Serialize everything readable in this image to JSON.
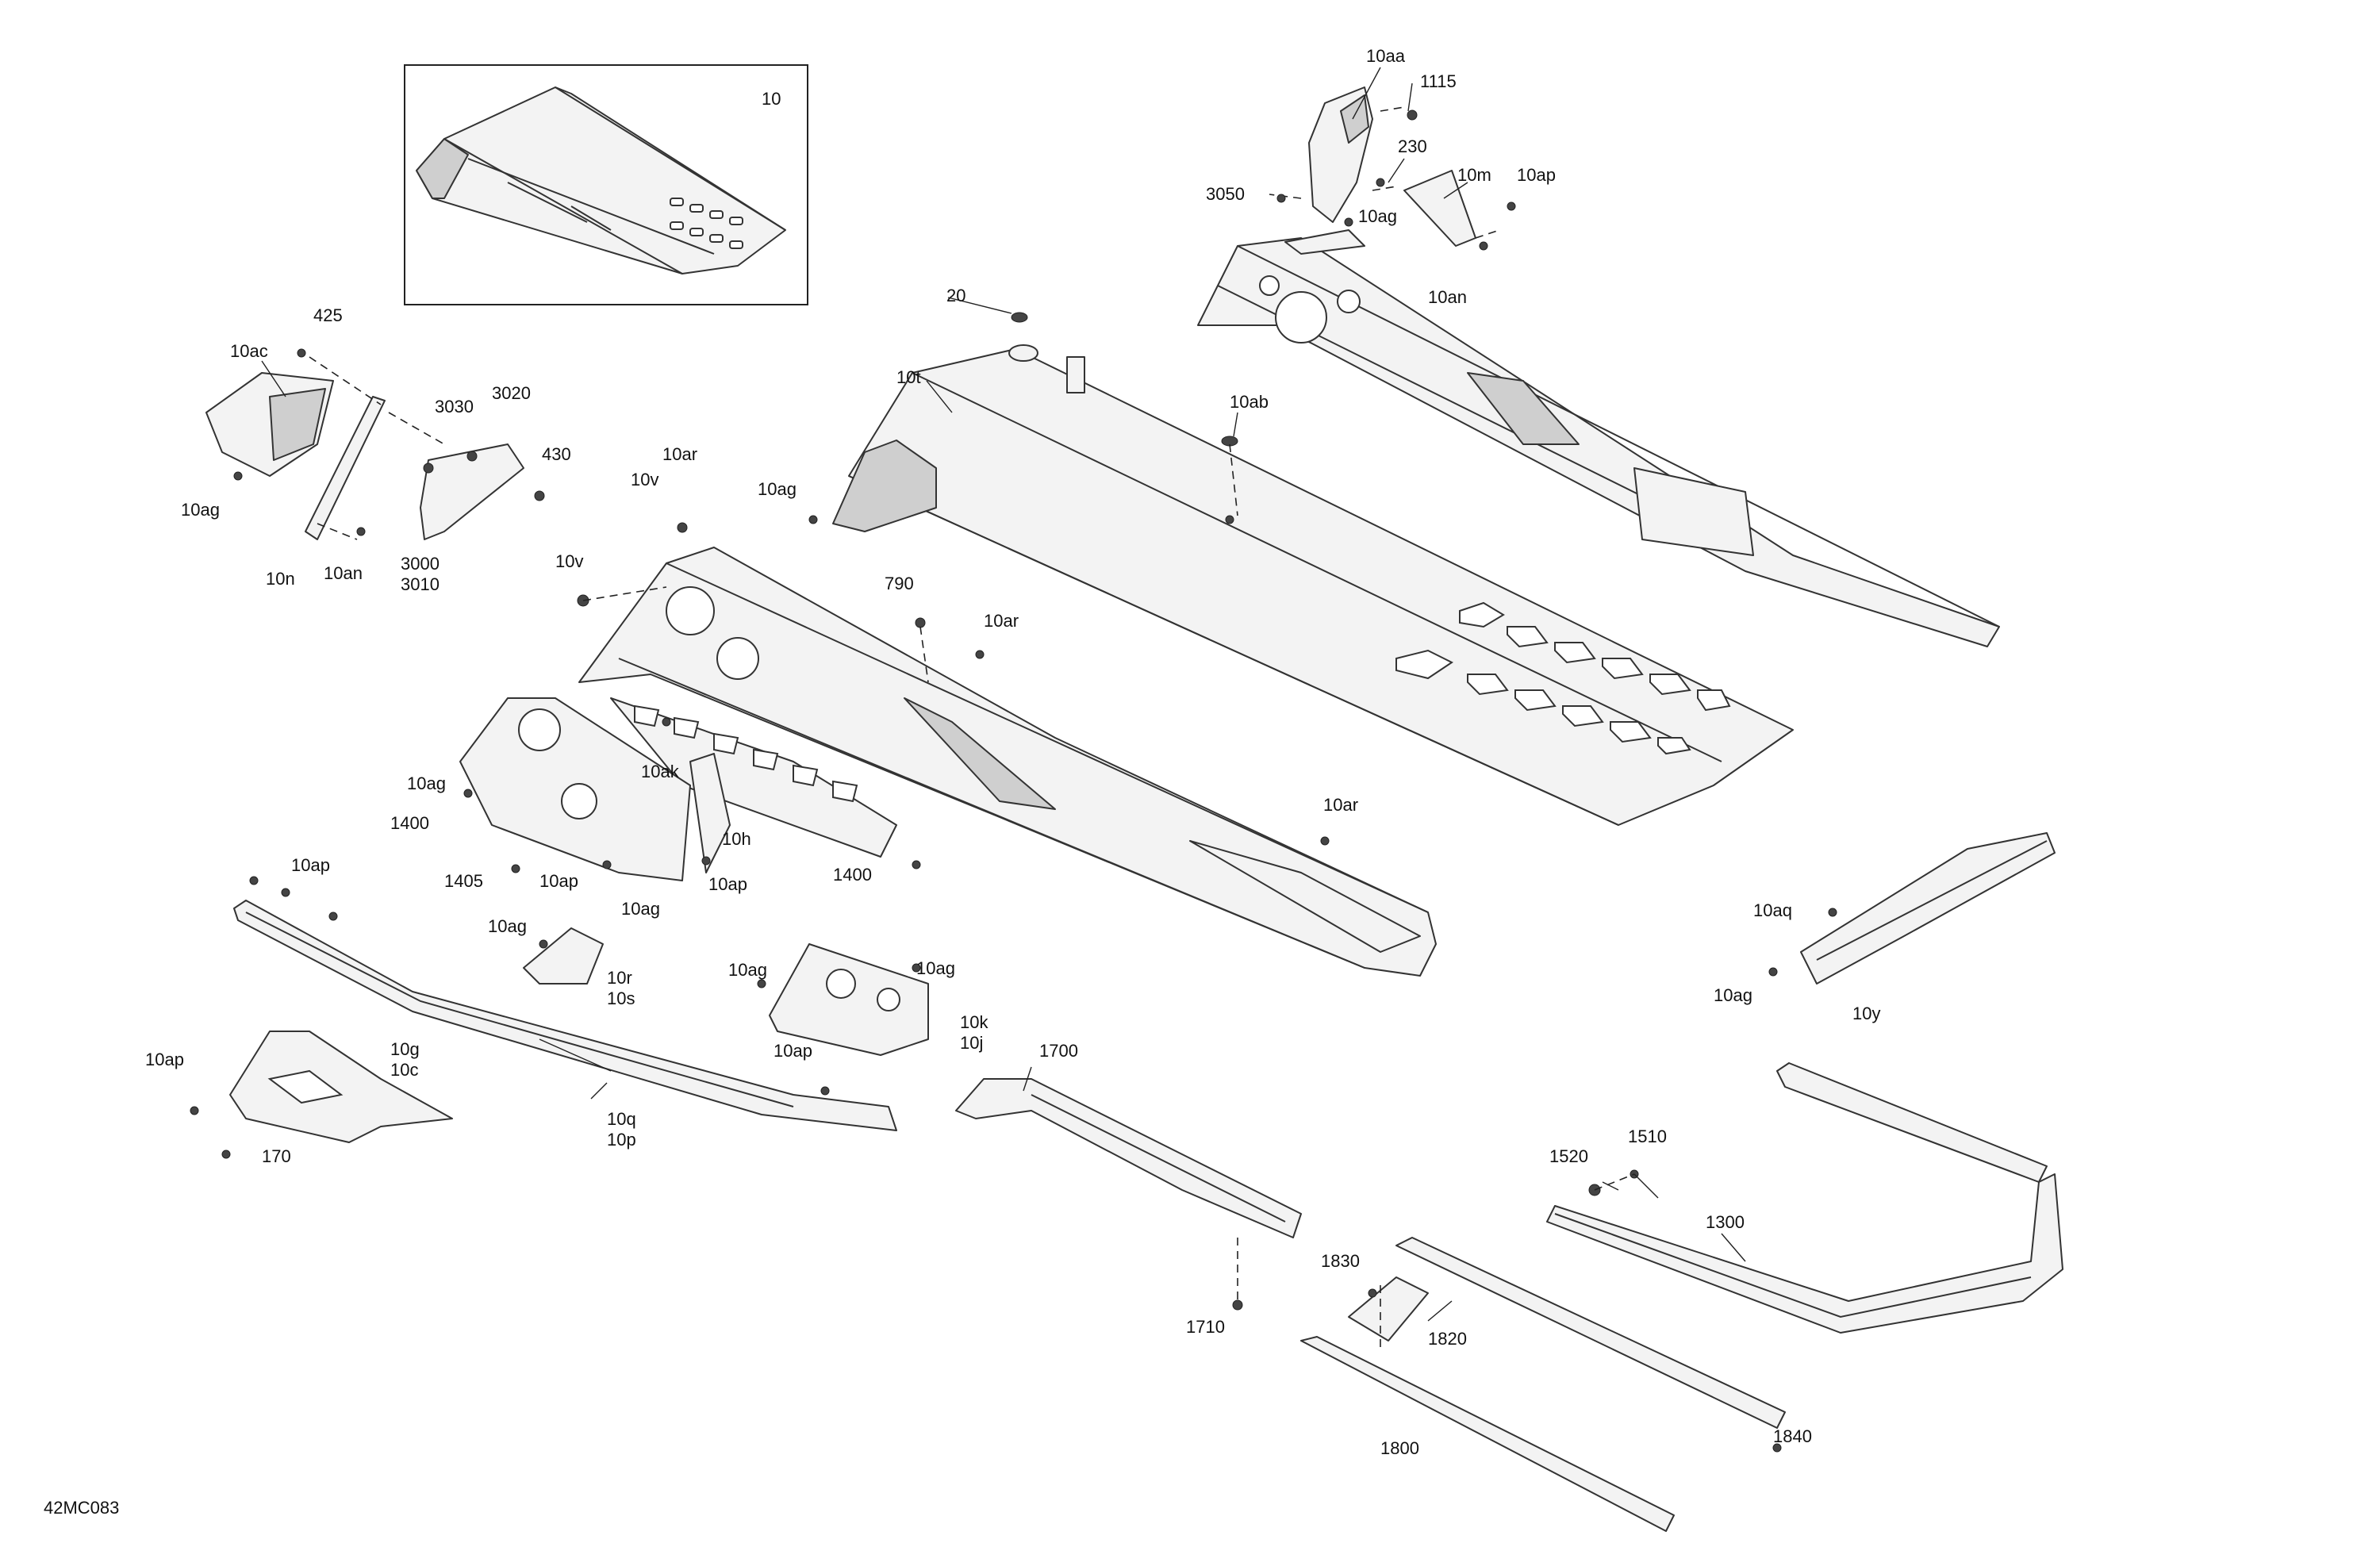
{
  "diagram_code": "42MC083",
  "inset_label": "10",
  "callouts": {
    "c10aa": "10aa",
    "c1115": "1115",
    "c230": "230",
    "c10m": "10m",
    "c10ap_top": "10ap",
    "c3050": "3050",
    "c10ag_top": "10ag",
    "c10an_top": "10an",
    "c20": "20",
    "c10t": "10t",
    "c10ab": "10ab",
    "c425": "425",
    "c10ac": "10ac",
    "c3030": "3030",
    "c3020": "3020",
    "c430": "430",
    "c10ag_left": "10ag",
    "c10n": "10n",
    "c10an_left": "10an",
    "c3000": "3000",
    "c3010": "3010",
    "c10ar_a": "10ar",
    "c10v_a": "10v",
    "c10ag_mid": "10ag",
    "c10v_b": "10v",
    "c790": "790",
    "c10ar_b": "10ar",
    "c10ar_c": "10ar",
    "c10ag_a": "10ag",
    "c10ak": "10ak",
    "c1400_a": "1400",
    "c10h": "10h",
    "c1405": "1405",
    "c10ap_a": "10ap",
    "c10ap_b": "10ap",
    "c10ag_b": "10ag",
    "c1400_b": "1400",
    "c10ap_c": "10ap",
    "c10ag_c": "10ag",
    "c10r": "10r",
    "c10s": "10s",
    "c10ag_d": "10ag",
    "c10ag_e": "10ag",
    "c10k": "10k",
    "c10j": "10j",
    "c10ap_d": "10ap",
    "c10ap_e": "10ap",
    "c10g": "10g",
    "c10c": "10c",
    "c170": "170",
    "c10q": "10q",
    "c10p": "10p",
    "c1700": "1700",
    "c1710": "1710",
    "c10aq": "10aq",
    "c10ag_f": "10ag",
    "c10y": "10y",
    "c1510": "1510",
    "c1520": "1520",
    "c1300": "1300",
    "c1830": "1830",
    "c1820": "1820",
    "c1800": "1800",
    "c1840": "1840"
  }
}
